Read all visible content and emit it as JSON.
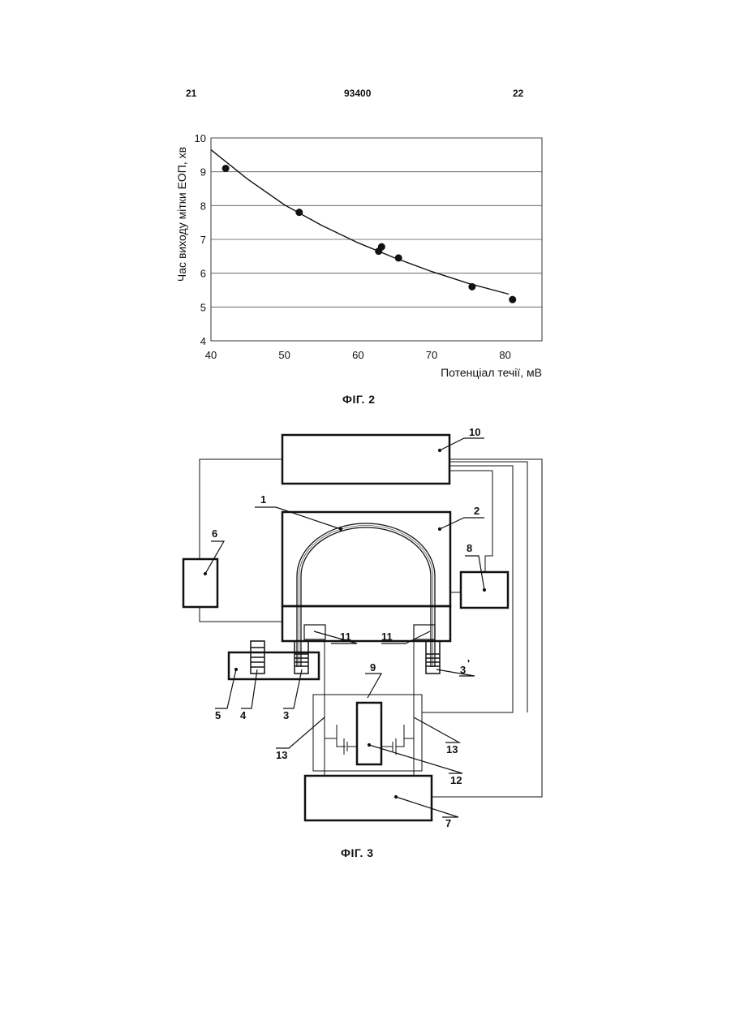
{
  "header": {
    "left": "21",
    "center": "93400",
    "right": "22"
  },
  "fig2": {
    "caption": "ФІГ. 2",
    "chart_data": {
      "type": "scatter",
      "xlabel": "Потенціал течії, мВ",
      "ylabel": "Час виходу мітки ЕОП, хв",
      "xlim": [
        40,
        85
      ],
      "ylim": [
        4,
        10
      ],
      "xticks": [
        40,
        50,
        60,
        70,
        80
      ],
      "yticks": [
        4,
        5,
        6,
        7,
        8,
        9,
        10
      ],
      "grid": "horizontal",
      "points": [
        {
          "x": 42,
          "y": 9.1
        },
        {
          "x": 52,
          "y": 7.8
        },
        {
          "x": 62.8,
          "y": 6.65
        },
        {
          "x": 63.2,
          "y": 6.78
        },
        {
          "x": 65.5,
          "y": 6.45
        },
        {
          "x": 75.5,
          "y": 5.6
        },
        {
          "x": 81,
          "y": 5.22
        }
      ],
      "trendline": {
        "x": [
          40,
          45,
          50,
          55,
          60,
          65,
          70,
          75,
          80.5
        ],
        "y": [
          9.65,
          8.78,
          8.02,
          7.42,
          6.9,
          6.45,
          6.05,
          5.7,
          5.38
        ]
      }
    }
  },
  "fig3": {
    "caption": "ФІГ. 3",
    "labels": {
      "l1": "1",
      "l2": "2",
      "l3": "3",
      "l3p": "3",
      "l3prime": "'",
      "l4": "4",
      "l5": "5",
      "l6": "6",
      "l7": "7",
      "l8": "8",
      "l9": "9",
      "l10": "10",
      "l11a": "11",
      "l11b": "11",
      "l12": "12",
      "l13a": "13",
      "l13b": "13"
    }
  }
}
